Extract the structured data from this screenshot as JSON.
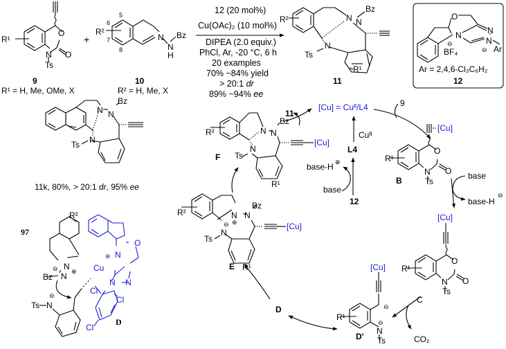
{
  "reagents": {
    "r9": {
      "label": "9",
      "sub": "R¹ = H, Me, OMe, X",
      "R": "R¹",
      "N": "N",
      "O_ring": "O",
      "O_carbonyl": "O",
      "Ts": "Ts"
    },
    "r10": {
      "label": "10",
      "sub": "R² = H, Me, X",
      "R": "R²",
      "N1": "N",
      "N2": "N",
      "H": "H",
      "Bz": "Bz",
      "pos5": "5",
      "pos6": "6",
      "pos7": "7",
      "pos8": "8"
    },
    "plus": "+"
  },
  "conditions": {
    "line1_bold": "12",
    "line1_rest": " (20 mol%)",
    "line2": "Cu(OAc)₂ (10 mol%)",
    "line3": "DIPEA (2.0 equiv.)",
    "line4": "PhCl, Ar, -20 °C, 6 h",
    "line5": "20 examples",
    "line6": "70% ~84% yield",
    "line7_pre": "> 20:1 ",
    "line7_it": "dr",
    "line8_pre": "89% ~94% ",
    "line8_it": "ee"
  },
  "product11": {
    "label": "11",
    "R2": "R²",
    "R1": "R¹",
    "N1": "N",
    "N2": "N",
    "N3": "N",
    "Bz": "Bz",
    "Ts": "Ts"
  },
  "catalyst12": {
    "label": "12",
    "O": "O",
    "N1": "N",
    "N2": "N",
    "N3": "N",
    "anion": "BF₄",
    "minus": "⊖",
    "Ar": "Ar",
    "ar_def": "Ar = 2,4,6-Cl₃C₆H₂"
  },
  "example11k": {
    "label": "11k",
    "caption_rest": ", 80%, > 20:1 ",
    "dr": "dr",
    "ee_val": ", 95% ",
    "ee": "ee",
    "N1": "N",
    "N2": "N",
    "N3": "N",
    "Bz": "Bz",
    "Ts": "Ts"
  },
  "cycle": {
    "cu_def": "[Cu] = Cuᴵᴵ/L4",
    "product_out": "11",
    "substrate_in": "9",
    "cuII": "Cuᴵᴵ",
    "L4": "L4",
    "pre12": "12",
    "base": "base",
    "baseH": "base-H",
    "plus_charge": "⊕",
    "minus_charge": "⊖",
    "co2": "CO₂",
    "intermediates": {
      "B": {
        "label": "B",
        "cu": "[Cu]",
        "R": "R¹",
        "N": "N",
        "O": "O",
        "O2": "O",
        "Ts": "Ts"
      },
      "C": {
        "label": "C",
        "cu": "[Cu]",
        "R": "R¹",
        "N": "N",
        "O": "O",
        "O2": "O",
        "Ts": "Ts"
      },
      "Dp": {
        "label": "D'",
        "cu": "[Cu]",
        "R": "R¹",
        "N": "N",
        "Ts": "Ts"
      },
      "D": {
        "label": "D"
      },
      "E": {
        "label": "E",
        "cu": "[Cu]",
        "R1": "R¹",
        "R2": "R²",
        "N1": "N",
        "N2": "N",
        "N3": "N",
        "Bz": "Bz",
        "Ts": "Ts"
      },
      "F": {
        "label": "F",
        "cu": "[Cu]",
        "R1": "R¹",
        "R2": "R²",
        "N1": "N",
        "N2": "N",
        "N3": "N",
        "Bz": "Bz",
        "Ts": "Ts"
      }
    }
  },
  "ts_model": {
    "label": "97",
    "D_label": "D",
    "R2": "R²",
    "N1": "N",
    "N2": "N",
    "N3": "N",
    "N4": "N",
    "N5": "N",
    "N6": "N",
    "O": "O",
    "Cu": "Cu",
    "Bz": "Bz",
    "Ts": "Ts",
    "Cl1": "Cl",
    "Cl2": "Cl",
    "Cl3": "Cl"
  },
  "colors": {
    "ligand_blue": "#1a1ad0",
    "text": "#000000"
  }
}
